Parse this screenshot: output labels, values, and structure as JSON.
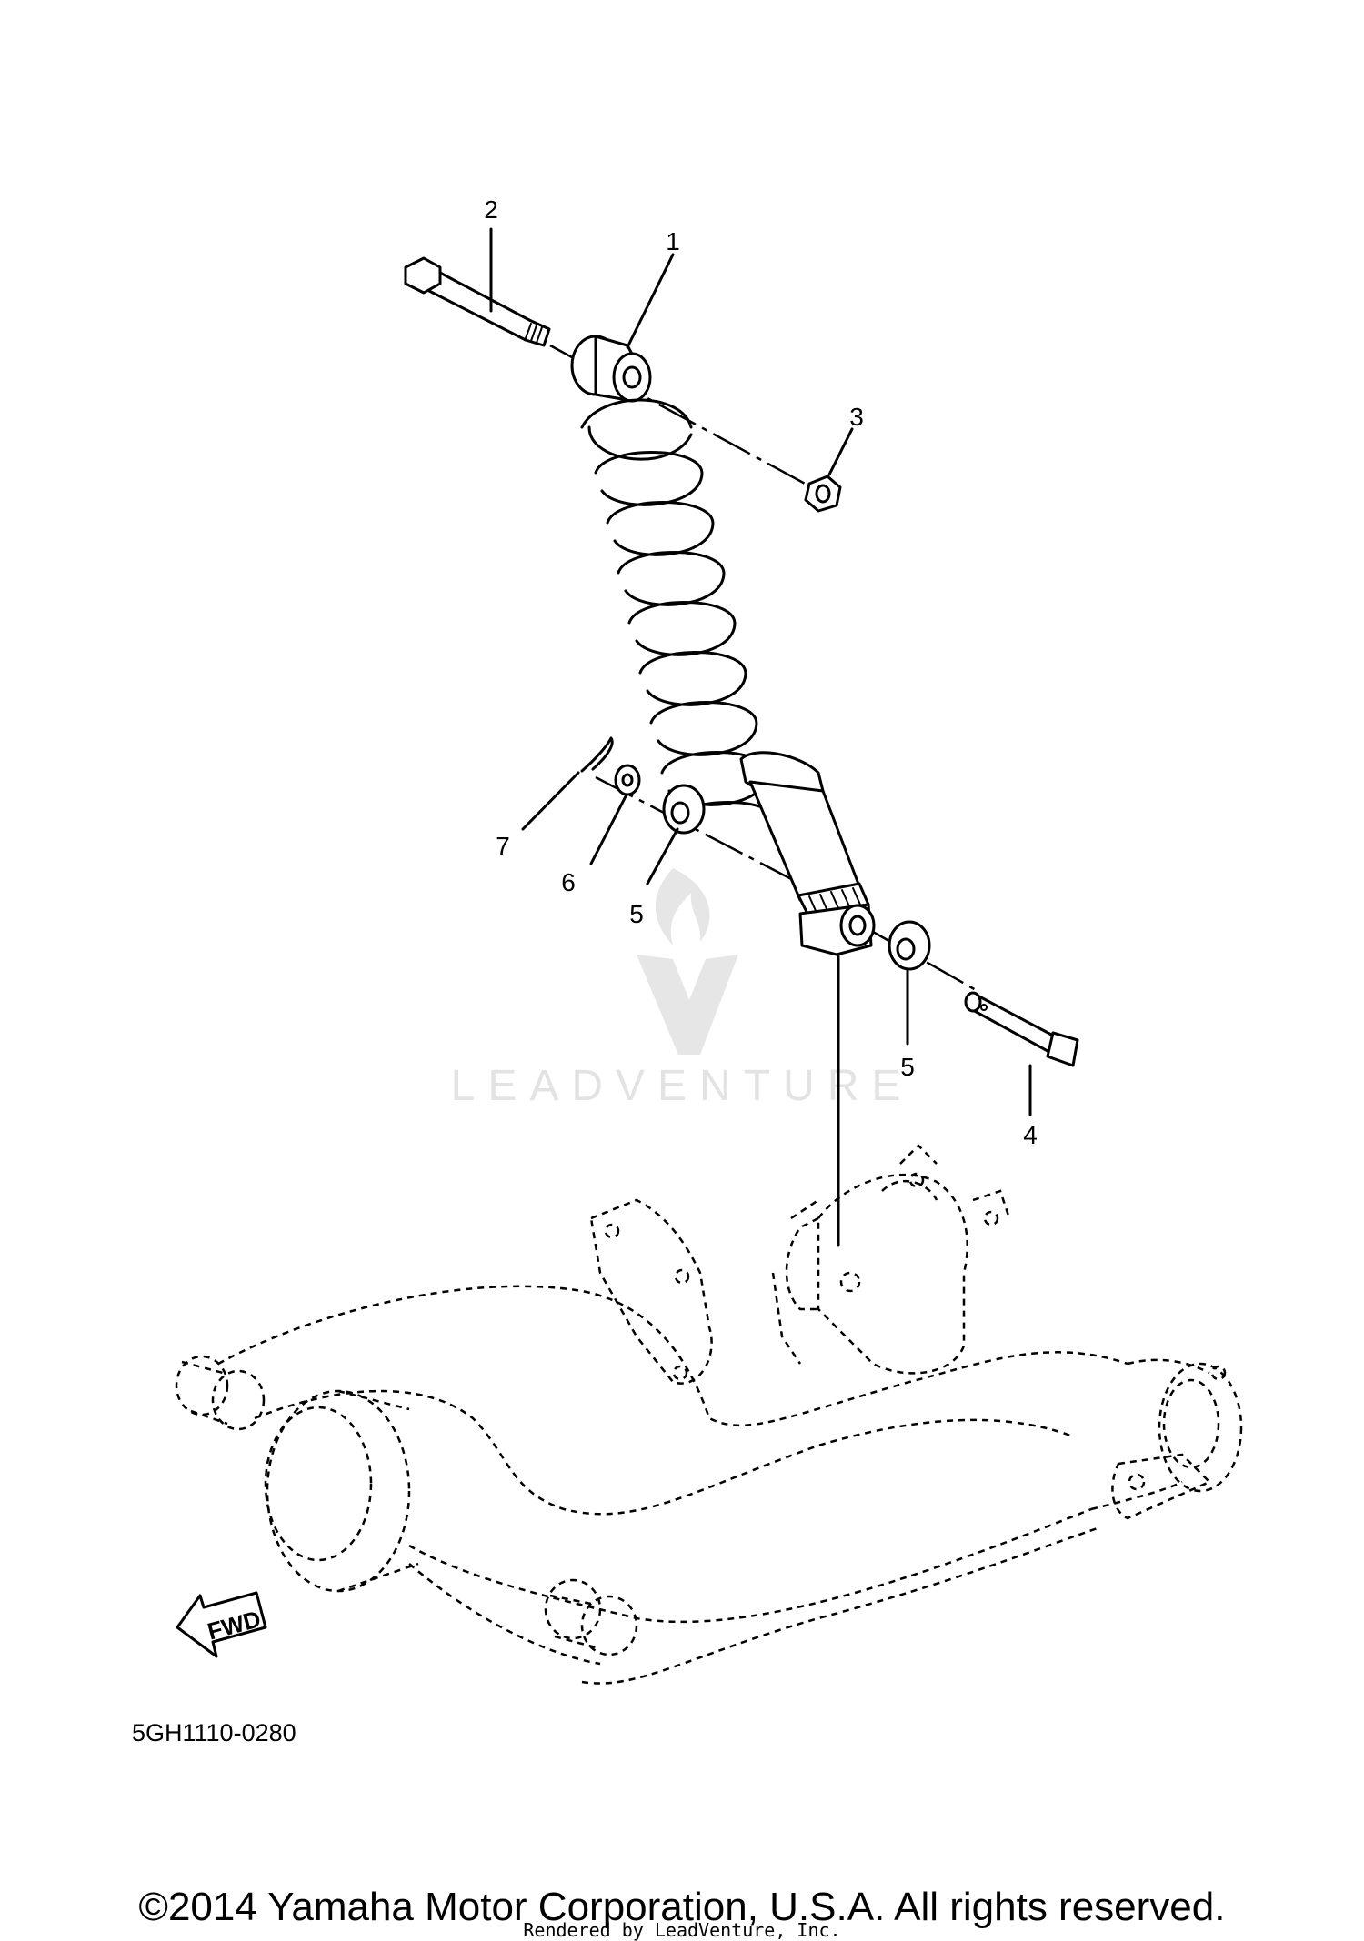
{
  "callouts": [
    {
      "number": "1",
      "part": "shock-absorber"
    },
    {
      "number": "2",
      "part": "upper-bolt"
    },
    {
      "number": "3",
      "part": "nut"
    },
    {
      "number": "4",
      "part": "lower-pin"
    },
    {
      "number": "5",
      "part": "collar-rear"
    },
    {
      "number": "5",
      "part": "collar-front"
    },
    {
      "number": "6",
      "part": "washer"
    },
    {
      "number": "7",
      "part": "cotter-pin"
    }
  ],
  "direction_label": "FWD",
  "diagram_code": "5GH1110-0280",
  "watermark": {
    "text": "LEADVENTURE",
    "logo": "leadventure-flame-v-logo"
  },
  "footer": {
    "copyright": "©2014 Yamaha Motor Corporation, U.S.A. All rights reserved.",
    "rendered_by": "Rendered by LeadVenture, Inc."
  }
}
